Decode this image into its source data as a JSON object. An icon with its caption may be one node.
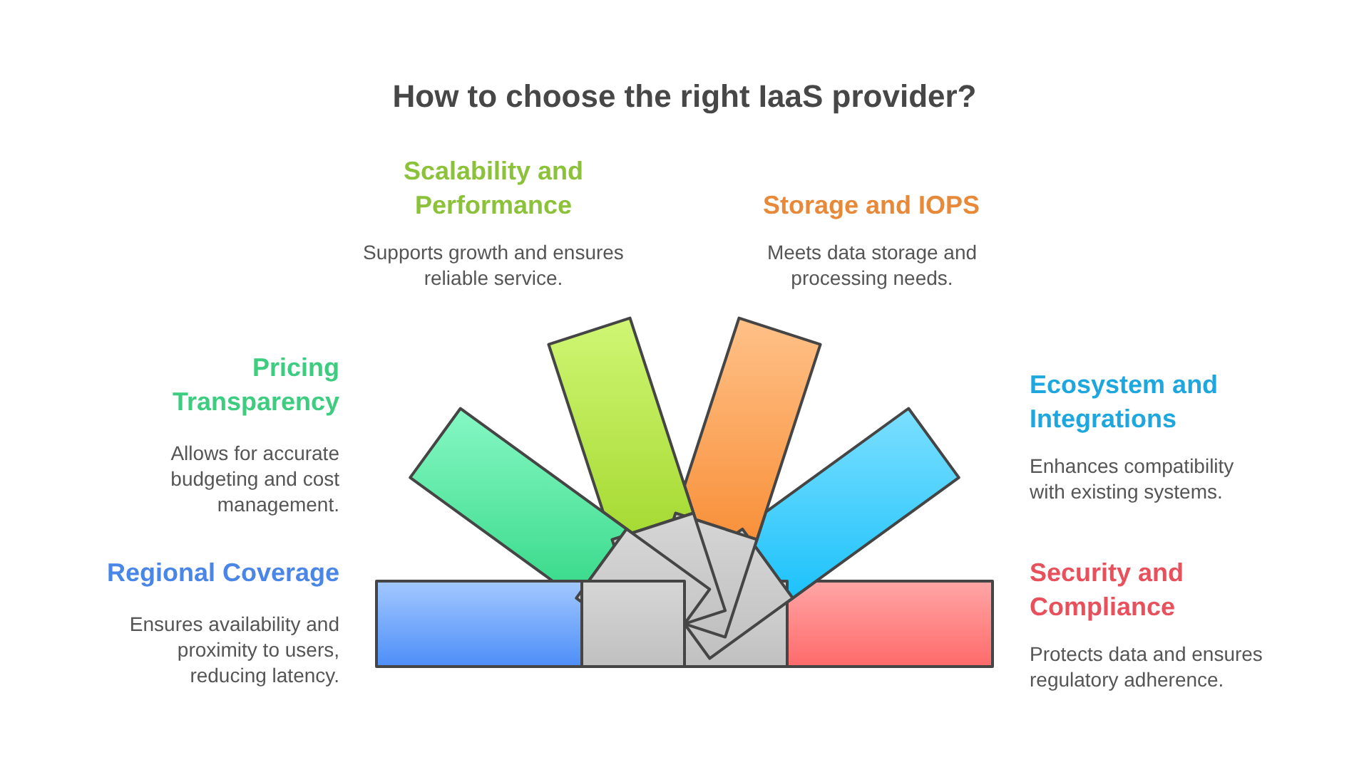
{
  "diagram": {
    "title": "How to choose the right IaaS provider?",
    "nodes": [
      {
        "text": [],
        "shape": "bar",
        "beside": [
          "Regional Coverage",
          "Ensures availability and proximity to users, reducing latency."
        ]
      },
      {
        "text": [],
        "shape": "bar",
        "beside": [
          "Pricing Transparency",
          "Allows for accurate budgeting and cost management."
        ]
      },
      {
        "text": [],
        "shape": "bar",
        "beside": [
          "Scalability and Performance",
          "Supports growth and ensures reliable service."
        ]
      },
      {
        "text": [],
        "shape": "bar",
        "beside": [
          "Storage and IOPS",
          "Meets data storage and processing needs."
        ]
      },
      {
        "text": [],
        "shape": "bar",
        "beside": [
          "Ecosystem and Integrations",
          "Enhances compatibility with existing systems."
        ]
      },
      {
        "text": [],
        "shape": "bar",
        "beside": [
          "Security and Compliance",
          "Protects data and ensures regulatory adherence."
        ]
      }
    ]
  }
}
